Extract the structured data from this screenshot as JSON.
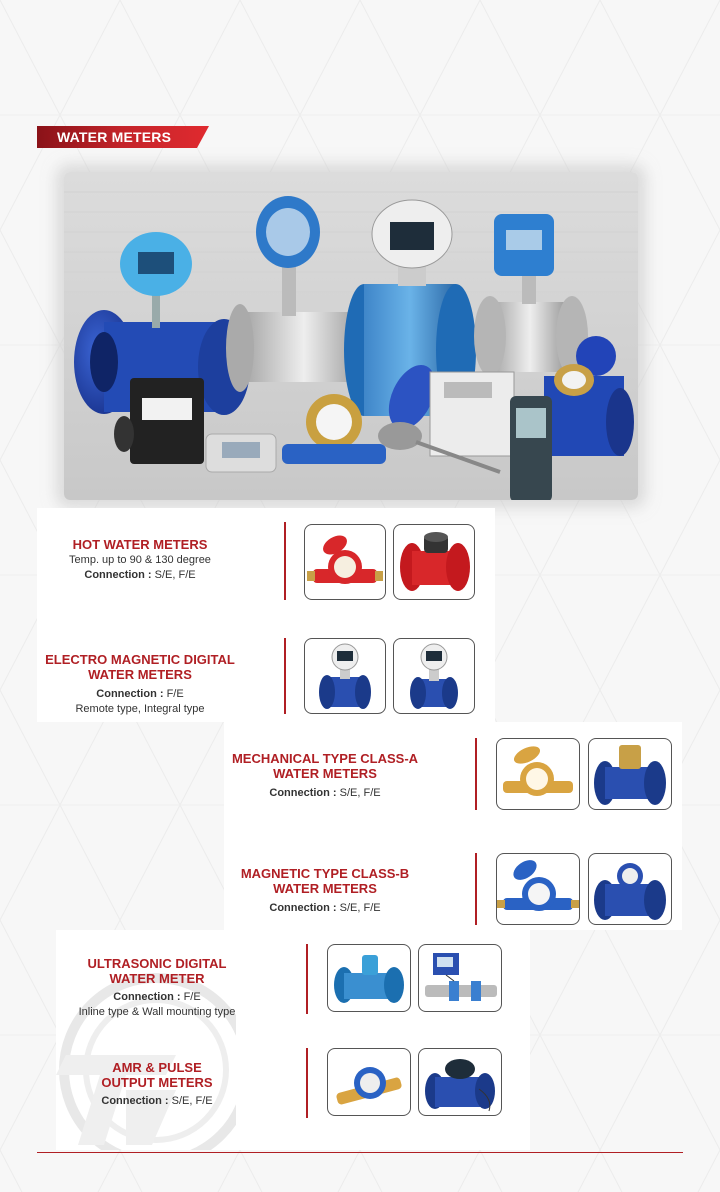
{
  "section": {
    "title": "WATER METERS"
  },
  "products": [
    {
      "title_lines": [
        "HOT WATER METERS"
      ],
      "temp": "Temp. up to 90 & 130 degree",
      "conn_label": "Connection :",
      "conn_value": "S/E, F/E"
    },
    {
      "title_lines": [
        "ELECTRO MAGNETIC DIGITAL",
        "WATER METERS"
      ],
      "conn_label": "Connection :",
      "conn_value": "F/E",
      "extra": "Remote type, Integral type"
    },
    {
      "title_lines": [
        "MECHANICAL TYPE CLASS-A",
        "WATER METERS"
      ],
      "conn_label": "Connection :",
      "conn_value": "S/E, F/E"
    },
    {
      "title_lines": [
        "MAGNETIC TYPE CLASS-B",
        "WATER METERS"
      ],
      "conn_label": "Connection :",
      "conn_value": "S/E, F/E"
    },
    {
      "title_lines": [
        "ULTRASONIC DIGITAL",
        "WATER METER"
      ],
      "conn_label": "Connection :",
      "conn_value": "F/E",
      "extra": "Inline type & Wall mounting type"
    },
    {
      "title_lines": [
        "AMR & PULSE",
        "OUTPUT METERS"
      ],
      "conn_label": "Connection :",
      "conn_value": "S/E, F/E"
    }
  ],
  "colors": {
    "accent": "#b01f24",
    "meter_blue": "#2a4fb0",
    "hot_red": "#d8272a",
    "brass": "#d9a441"
  }
}
